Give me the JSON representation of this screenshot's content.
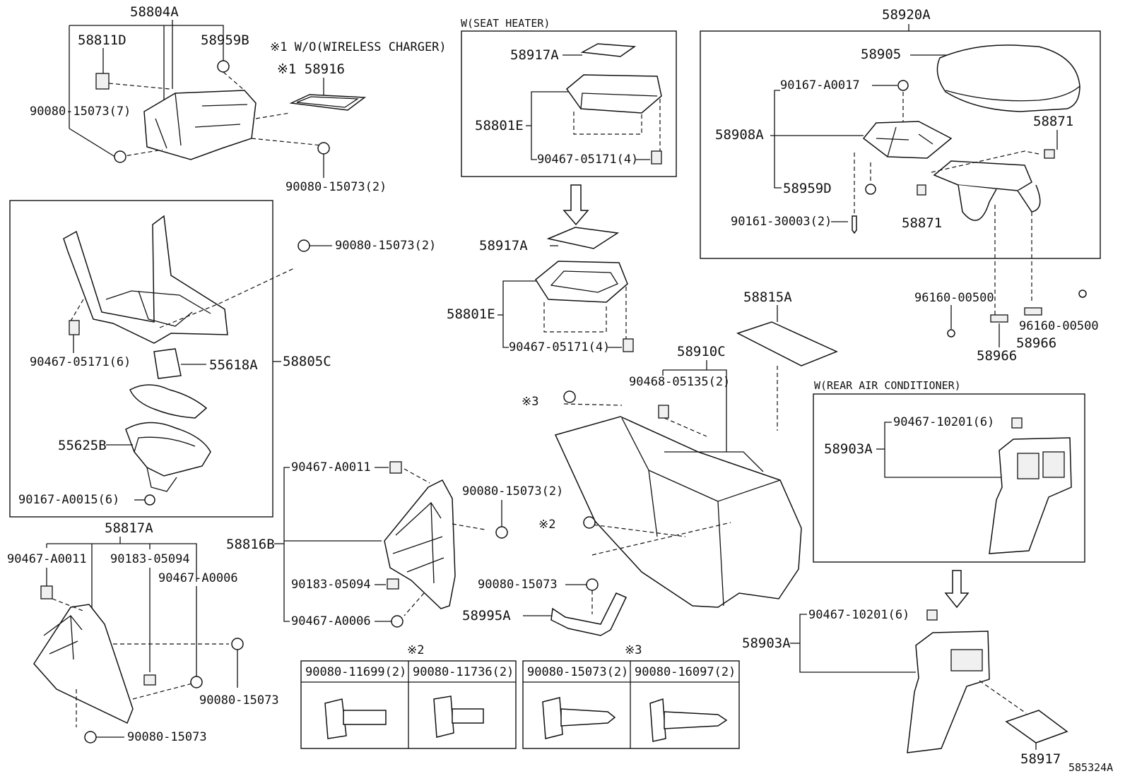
{
  "labels": {
    "p58804A": "58804A",
    "p58811D": "58811D",
    "p58959B": "58959B",
    "p9008015073_7": "90080-15073(7)",
    "note_wireless": "※1 W/O(WIRELESS CHARGER)",
    "p58916": "※1 58916",
    "p9008015073_2a": "90080-15073(2)",
    "seat_heater": "W(SEAT HEATER)",
    "p58917A_a": "58917A",
    "p58801E_a": "58801E",
    "p9046705171_4a": "90467-05171(4)",
    "p58917A_b": "58917A",
    "p58801E_b": "58801E",
    "p9046705171_4b": "90467-05171(4)",
    "p58920A": "58920A",
    "p58905": "58905",
    "p90167A0017": "90167-A0017",
    "p58908A": "58908A",
    "p58871_a": "58871",
    "p58959D": "58959D",
    "p9016130003": "90161-30003(2)",
    "p58871_b": "58871",
    "p9008015073_2b": "90080-15073(2)",
    "p9046705171_6": "90467-05171(6)",
    "p55618A": "55618A",
    "p58805C": "58805C",
    "p55625B": "55625B",
    "p90167A0015": "90167-A0015(6)",
    "p58815A": "58815A",
    "p96160_a": "96160-00500",
    "p96160_b": "96160-00500",
    "p58966_a": "58966",
    "p58966_b": "58966",
    "p58910C": "58910C",
    "p9046805135": "90468-05135(2)",
    "note3_a": "※3",
    "rear_ac": "W(REAR AIR CONDITIONER)",
    "p9046710201_a": "90467-10201(6)",
    "p58903A_a": "58903A",
    "p58817A": "58817A",
    "p90467A0011_a": "90467-A0011",
    "p9018305094_a": "90183-05094",
    "p90467A0006_a": "90467-A0006",
    "p90467A0011_b": "90467-A0011",
    "p9008015073_2c": "90080-15073(2)",
    "note2_a": "※2",
    "p58816B": "58816B",
    "p9018305094_b": "90183-05094",
    "p9008015073_s": "90080-15073",
    "p90467A0006_b": "90467-A0006",
    "p58995A": "58995A",
    "p9008015073_l1": "90080-15073",
    "p9008015073_l2": "90080-15073",
    "p9046710201_b": "90467-10201(6)",
    "p58903A_b": "58903A",
    "p58917": "58917",
    "note2_b": "※2",
    "note3_b": "※3",
    "tbl_1": "90080-11699(2)",
    "tbl_2": "90080-11736(2)",
    "tbl_3": "90080-15073(2)",
    "tbl_4": "90080-16097(2)",
    "ref": "585324A"
  }
}
